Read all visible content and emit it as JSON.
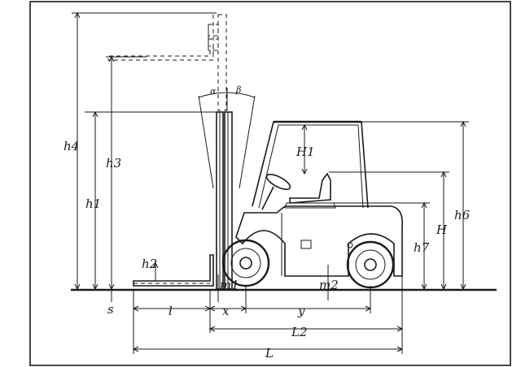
{
  "labels": {
    "h4": "h4",
    "h3": "h3",
    "h1": "h1",
    "h2": "h2",
    "H1": "H1",
    "H": "H",
    "h6": "h6",
    "h7": "h7",
    "alpha": "α",
    "beta": "β",
    "s": "s",
    "l": "l",
    "x": "x",
    "y": "y",
    "L2": "L2",
    "L": "L",
    "m1": "m1",
    "m2": "m2"
  }
}
